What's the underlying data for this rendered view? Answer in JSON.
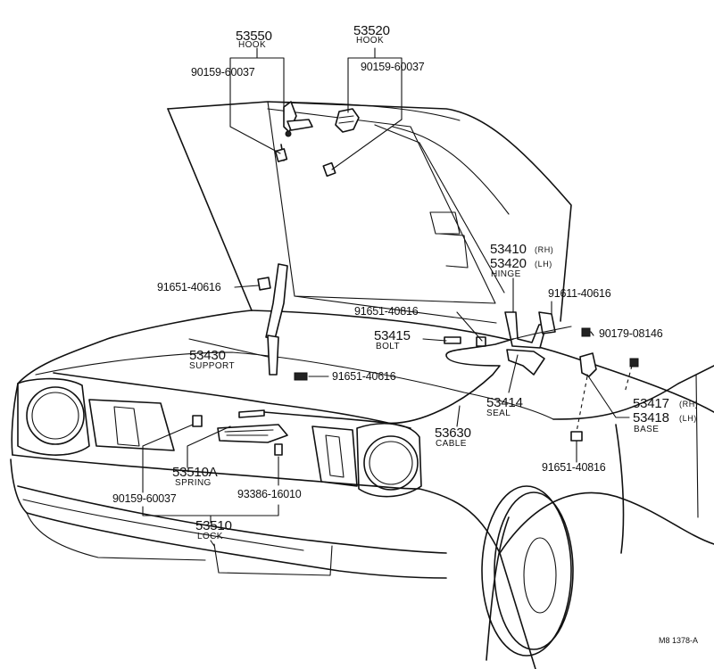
{
  "callouts": {
    "hook_lh": {
      "number": "53550",
      "name": "HOOK"
    },
    "hook_rh": {
      "number": "53520",
      "name": "HOOK"
    },
    "screw_hook_lh": {
      "number": "90159-60037"
    },
    "screw_hook_rh": {
      "number": "90159-60037"
    },
    "bolt_support": {
      "number": "91651-40616"
    },
    "hinge_rh": {
      "number": "53410",
      "side": "(RH)"
    },
    "hinge_lh": {
      "number": "53420",
      "side": "(LH)",
      "name": "HINGE"
    },
    "bolt_hinge_left": {
      "number": "91651-40816"
    },
    "bolt_hinge_right": {
      "number": "91611-40616"
    },
    "bolt": {
      "number": "53415",
      "name": "BOLT"
    },
    "nut_base": {
      "number": "90179-08146"
    },
    "support": {
      "number": "53430",
      "name": "SUPPORT"
    },
    "bolt_support_lower": {
      "number": "91651-40616"
    },
    "seal": {
      "number": "53414",
      "name": "SEAL"
    },
    "base_rh": {
      "number": "53417",
      "side": "(RH)"
    },
    "base_lh": {
      "number": "53418",
      "side": "(LH)",
      "name": "BASE"
    },
    "cable": {
      "number": "53630",
      "name": "CABLE"
    },
    "spring": {
      "number": "53510A",
      "name": "SPRING"
    },
    "bolt_base_lower": {
      "number": "91651-40816"
    },
    "screw_lock": {
      "number": "90159-60037"
    },
    "bolt_lock": {
      "number": "93386-16010"
    },
    "lock": {
      "number": "53510",
      "name": "LOCK"
    }
  },
  "figure_ref": "M8 1378-A"
}
